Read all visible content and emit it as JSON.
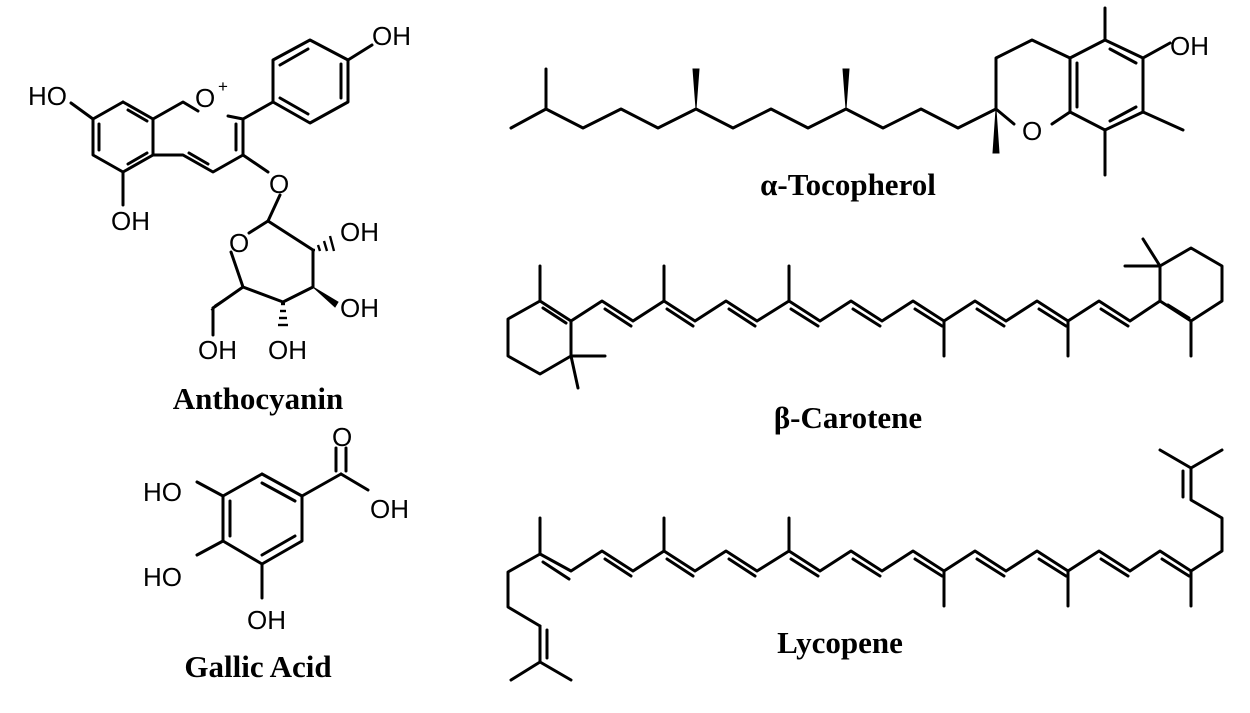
{
  "molecules": {
    "anthocyanin": {
      "name": "Anthocyanin",
      "atom_labels": {
        "oh_top": "OH",
        "ho_left": "HO",
        "o_ring": "O",
        "o_charge": "+",
        "oh_bottom": "OH",
        "o_link": "O",
        "o_sugar": "O",
        "oh_sugar_1": "OH",
        "oh_sugar_2": "OH",
        "oh_sugar_3": "OH",
        "oh_sugar_4": "OH"
      }
    },
    "gallic_acid": {
      "name": "Gallic Acid",
      "atom_labels": {
        "o_carbonyl": "O",
        "oh_acid": "OH",
        "ho_top": "HO",
        "ho_mid": "HO",
        "oh_bottom": "OH"
      }
    },
    "tocopherol": {
      "name": "α-Tocopherol",
      "atom_labels": {
        "oh": "OH",
        "o_ring": "O"
      }
    },
    "carotene": {
      "name": "β-Carotene"
    },
    "lycopene": {
      "name": "Lycopene"
    }
  }
}
